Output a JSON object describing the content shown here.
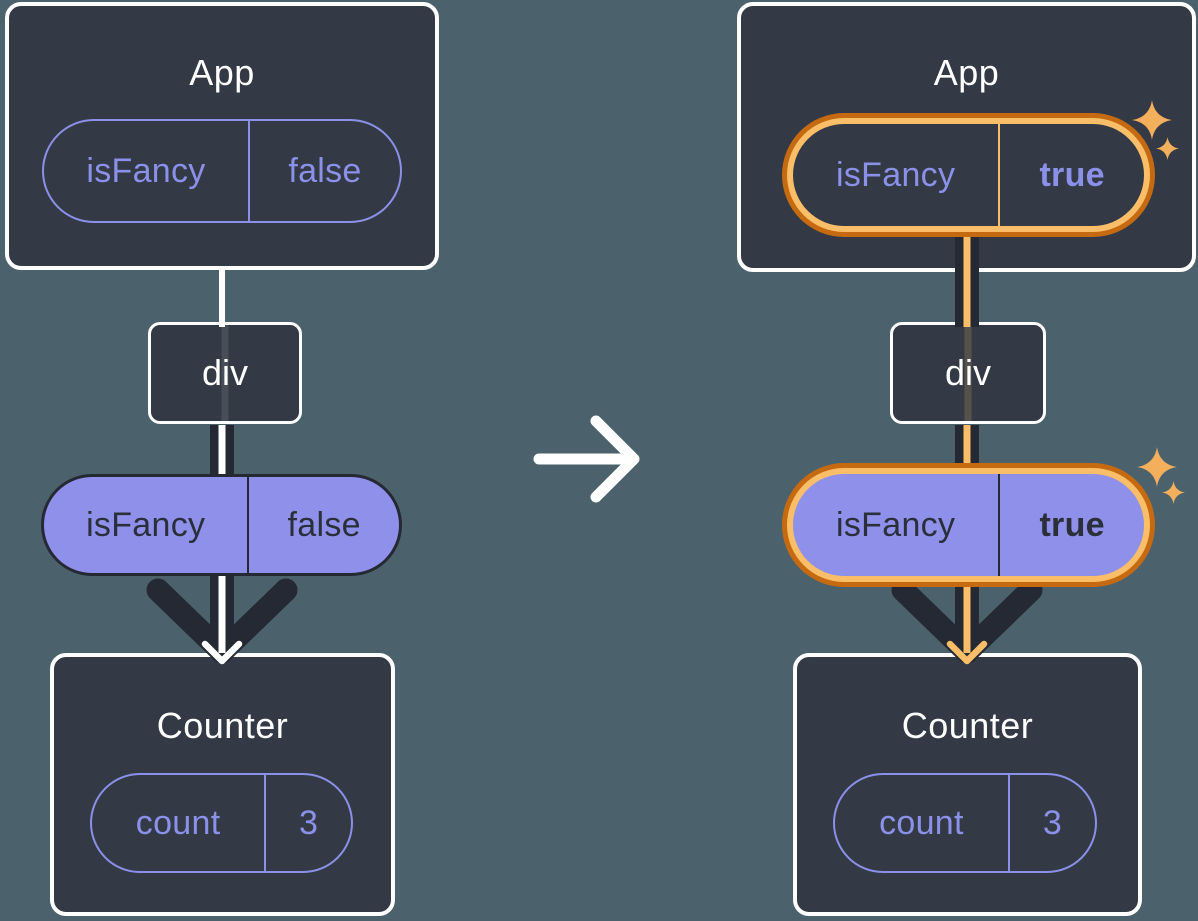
{
  "colors": {
    "background": "#4B626C",
    "card": "#333A45",
    "card_border": "#FFFFFF",
    "purple": "#8B90E8",
    "purple_pill_fill": "#8E90EA",
    "dark_line": "#242933",
    "pill_text_dark": "#2A2F3A",
    "highlight_orange_dark": "#C56A11",
    "highlight_orange_light": "#F9BE67",
    "sparkle_orange": "#F3AF5B",
    "transition_arrow": "#FFFFFF"
  },
  "left_tree": {
    "app": {
      "title": "App",
      "prop": {
        "name": "isFancy",
        "value": "false"
      }
    },
    "div_node": {
      "label": "div"
    },
    "passed_prop": {
      "name": "isFancy",
      "value": "false"
    },
    "counter": {
      "title": "Counter",
      "state": {
        "name": "count",
        "value": "3"
      }
    }
  },
  "right_tree": {
    "app": {
      "title": "App",
      "prop": {
        "name": "isFancy",
        "value": "true"
      }
    },
    "div_node": {
      "label": "div"
    },
    "passed_prop": {
      "name": "isFancy",
      "value": "true"
    },
    "counter": {
      "title": "Counter",
      "state": {
        "name": "count",
        "value": "3"
      }
    }
  }
}
